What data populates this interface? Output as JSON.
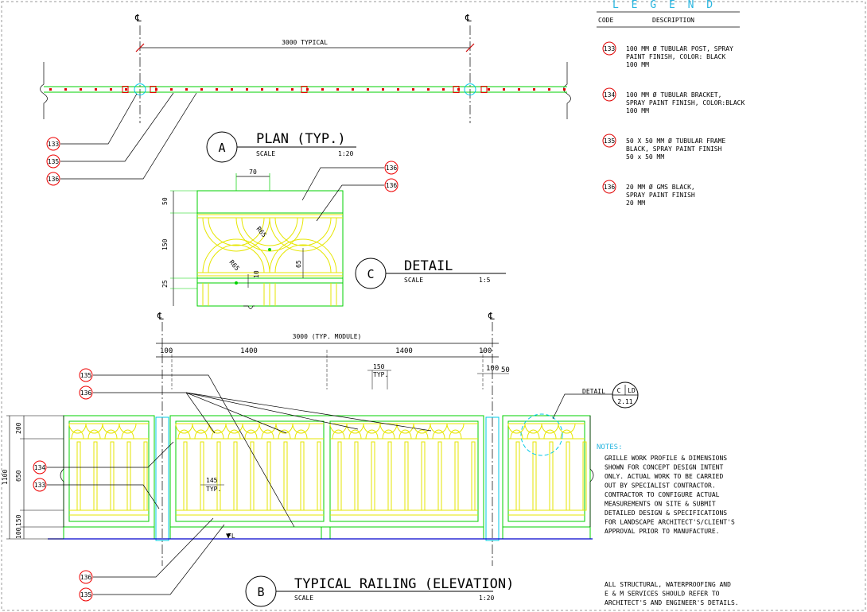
{
  "centerline_symbol": "℄",
  "plan": {
    "dimension": "3000 TYPICAL",
    "letter": "A",
    "title": "PLAN (TYP.)",
    "scale_label": "SCALE",
    "scale_value": "1:20",
    "tags": [
      "133",
      "135",
      "136"
    ]
  },
  "detail": {
    "letter": "C",
    "title": "DETAIL",
    "scale_label": "SCALE",
    "scale_value": "1:5",
    "dims": {
      "width": "70",
      "top": "50",
      "mid": "150",
      "bottom": "25",
      "radius1": "R65",
      "radius2": "R65",
      "offset": "10",
      "height": "65"
    },
    "tags": [
      "136",
      "136"
    ]
  },
  "elevation": {
    "module_dim": "3000  (TYP.  MODULE)",
    "seg_dims": [
      "100",
      "1400",
      "1400",
      "100"
    ],
    "small_dims": [
      "100",
      "50"
    ],
    "typ150": "150",
    "typ145": "145",
    "typ_label": "TYP.",
    "left_dims": [
      "200",
      "650",
      "100",
      "150",
      "1100"
    ],
    "fl_label": "FL",
    "detail_ref_label": "DETAIL",
    "detail_ref_letter": "C",
    "detail_ref_number": "LD",
    "detail_ref_sheet": "2.11",
    "letter": "B",
    "title": "TYPICAL RAILING (ELEVATION)",
    "scale_label": "SCALE",
    "scale_value": "1:20",
    "tags_upper": [
      "135",
      "136"
    ],
    "tags_left": [
      "134",
      "133"
    ],
    "tags_bottom": [
      "136",
      "135"
    ]
  },
  "legend": {
    "heading": "L E G E N D",
    "col_code": "CODE",
    "col_desc": "DESCRIPTION",
    "items": [
      {
        "code": "133",
        "lines": [
          "100 MM Ø TUBULAR POST, SPRAY",
          "PAINT FINISH, COLOR: BLACK",
          "100 MM"
        ]
      },
      {
        "code": "134",
        "lines": [
          "100 MM Ø TUBULAR BRACKET,",
          "SPRAY PAINT FINISH, COLOR:BLACK",
          "100 MM"
        ]
      },
      {
        "code": "135",
        "lines": [
          "50 X 50 MM Ø TUBULAR FRAME",
          "BLACK, SPRAY PAINT FINISH",
          "50 x 50 MM"
        ]
      },
      {
        "code": "136",
        "lines": [
          "20 MM Ø GMS BLACK,",
          "SPRAY PAINT FINISH",
          "20 MM"
        ]
      }
    ]
  },
  "notes": {
    "title": "NOTES:",
    "lines": [
      "GRILLE WORK PROFILE & DIMENSIONS",
      "SHOWN FOR CONCEPT DESIGN INTENT",
      "ONLY.  ACTUAL WORK TO BE CARRIED",
      "OUT BY SPECIALIST CONTRACTOR.",
      "CONTRACTOR TO CONFIGURE ACTUAL",
      "MEASUREMENTS ON SITE & SUBMIT",
      "DETAILED DESIGN & SPECIFICATIONS",
      "FOR LANDSCAPE ARCHITECT'S/CLIENT'S",
      "APPROVAL PRIOR TO MANUFACTURE."
    ],
    "footer": [
      "ALL STRUCTURAL, WATERPROOFING AND",
      "E & M SERVICES SHOULD REFER TO",
      "ARCHITECT'S AND ENGINEER'S DETAILS."
    ]
  },
  "colors": {
    "green": "#00d200",
    "yellow": "#e6e600",
    "red": "#e00000",
    "cyan": "#00c8e6",
    "blue": "#0000cc",
    "line": "#000000"
  }
}
